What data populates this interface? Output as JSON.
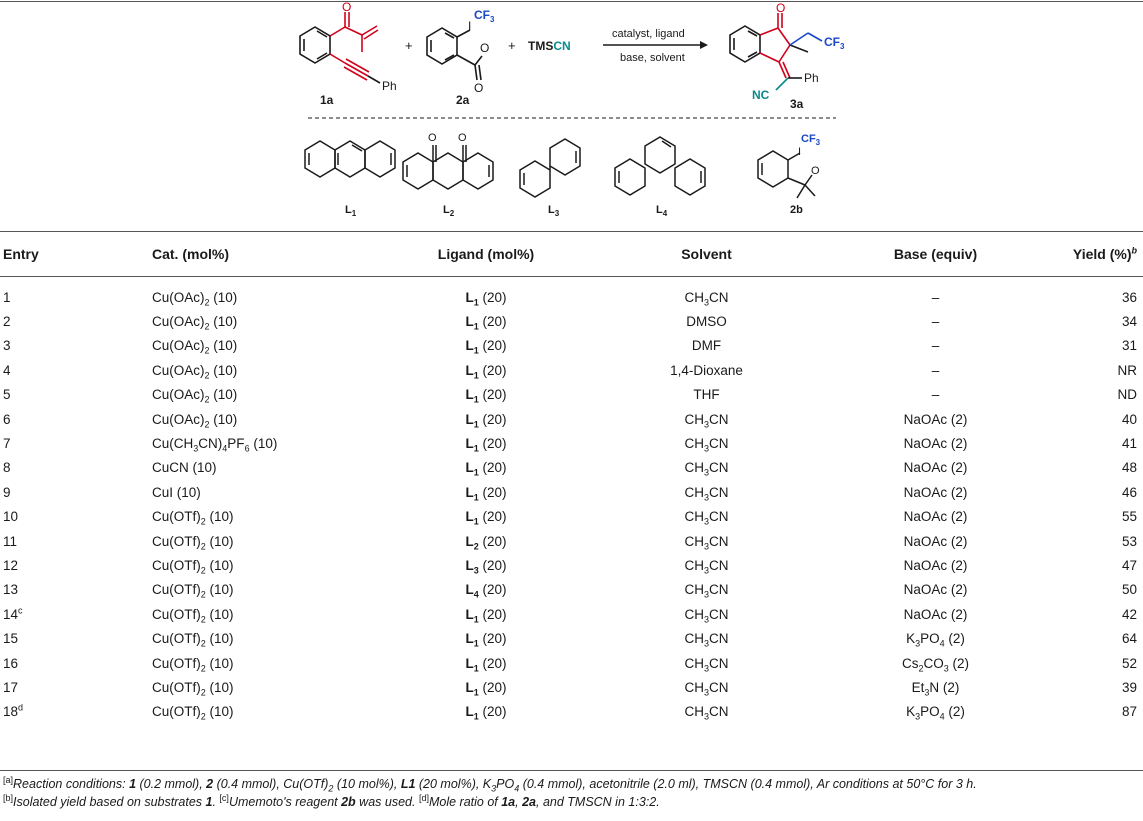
{
  "scheme": {
    "reactant1_label": "1a",
    "reactant2_label": "2a",
    "product_label": "3a",
    "reagent": "TMSCN",
    "conditions_top": "catalyst, ligand",
    "conditions_bottom": "base, solvent",
    "ligand_labels": [
      "L1",
      "L2",
      "L3",
      "L4",
      "2b"
    ],
    "plus": "+"
  },
  "table": {
    "headers": [
      "Entry",
      "Cat. (mol%)",
      "Ligand (mol%)",
      "Solvent",
      "Base (equiv)",
      "Yield (%)b"
    ],
    "rows": [
      [
        "1",
        "Cu(OAc)2 (10)",
        "L1 (20)",
        "CH3CN",
        "–",
        "36"
      ],
      [
        "2",
        "Cu(OAc)2 (10)",
        "L1 (20)",
        "DMSO",
        "–",
        "34"
      ],
      [
        "3",
        "Cu(OAc)2 (10)",
        "L1 (20)",
        "DMF",
        "–",
        "31"
      ],
      [
        "4",
        "Cu(OAc)2 (10)",
        "L1 (20)",
        "1,4-Dioxane",
        "–",
        "NR"
      ],
      [
        "5",
        "Cu(OAc)2 (10)",
        "L1 (20)",
        "THF",
        "–",
        "ND"
      ],
      [
        "6",
        "Cu(OAc)2 (10)",
        "L1 (20)",
        "CH3CN",
        "NaOAc (2)",
        "40"
      ],
      [
        "7",
        "Cu(CH3CN)4PF6 (10)",
        "L1 (20)",
        "CH3CN",
        "NaOAc (2)",
        "41"
      ],
      [
        "8",
        "CuCN (10)",
        "L1 (20)",
        "CH3CN",
        "NaOAc (2)",
        "48"
      ],
      [
        "9",
        "CuI (10)",
        "L1 (20)",
        "CH3CN",
        "NaOAc (2)",
        "46"
      ],
      [
        "10",
        "Cu(OTf)2 (10)",
        "L1 (20)",
        "CH3CN",
        "NaOAc (2)",
        "55"
      ],
      [
        "11",
        "Cu(OTf)2 (10)",
        "L2 (20)",
        "CH3CN",
        "NaOAc (2)",
        "53"
      ],
      [
        "12",
        "Cu(OTf)2 (10)",
        "L3 (20)",
        "CH3CN",
        "NaOAc (2)",
        "47"
      ],
      [
        "13",
        "Cu(OTf)2 (10)",
        "L4 (20)",
        "CH3CN",
        "NaOAc (2)",
        "50"
      ],
      [
        "14c",
        "Cu(OTf)2 (10)",
        "L1 (20)",
        "CH3CN",
        "NaOAc (2)",
        "42"
      ],
      [
        "15",
        "Cu(OTf)2 (10)",
        "L1 (20)",
        "CH3CN",
        "K3PO4 (2)",
        "64"
      ],
      [
        "16",
        "Cu(OTf)2 (10)",
        "L1 (20)",
        "CH3CN",
        "Cs2CO3 (2)",
        "52"
      ],
      [
        "17",
        "Cu(OTf)2 (10)",
        "L1 (20)",
        "CH3CN",
        "Et3N (2)",
        "39"
      ],
      [
        "18d",
        "Cu(OTf)2 (10)",
        "L1 (20)",
        "CH3CN",
        "K3PO4 (2)",
        "87"
      ]
    ]
  },
  "footnotes": {
    "a": "aReaction conditions: 1 (0.2 mmol), 2 (0.4 mmol), Cu(OTf)2 (10 mol%), L1 (20 mol%), K3PO4 (0.4 mmol), acetonitrile (2.0 ml), TMSCN (0.4 mmol), Ar conditions at 50°C for 3 h.",
    "b": "bIsolated yield based on substrates 1.",
    "c": "cUmemoto's reagent 2b was used.",
    "d": "dMole ratio of 1a, 2a, and TMSCN in 1:3:2."
  }
}
